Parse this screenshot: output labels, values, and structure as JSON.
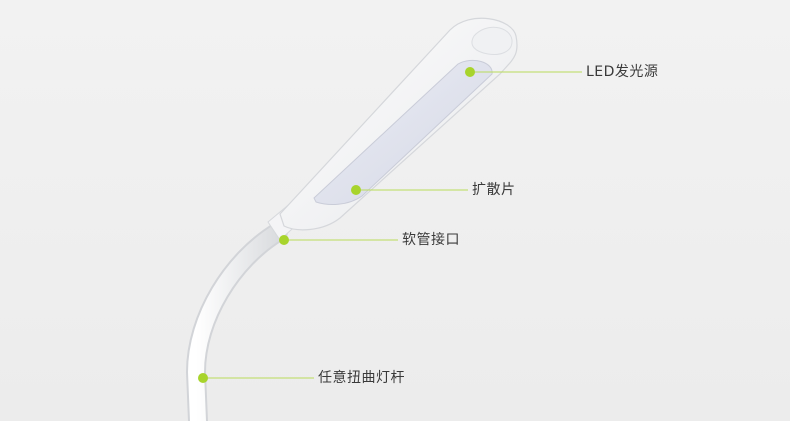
{
  "annotations": {
    "led_source": "LED发光源",
    "diffuser": "扩散片",
    "hose_connector": "软管接口",
    "gooseneck": "任意扭曲灯杆"
  },
  "colors": {
    "accent": "#a8d42c",
    "leader_line": "#b9dc5a",
    "label_text": "#3a3a3a",
    "background": "#efefef",
    "lamp_body": "#ffffff",
    "diffuser_panel": "#dfe1ec"
  }
}
